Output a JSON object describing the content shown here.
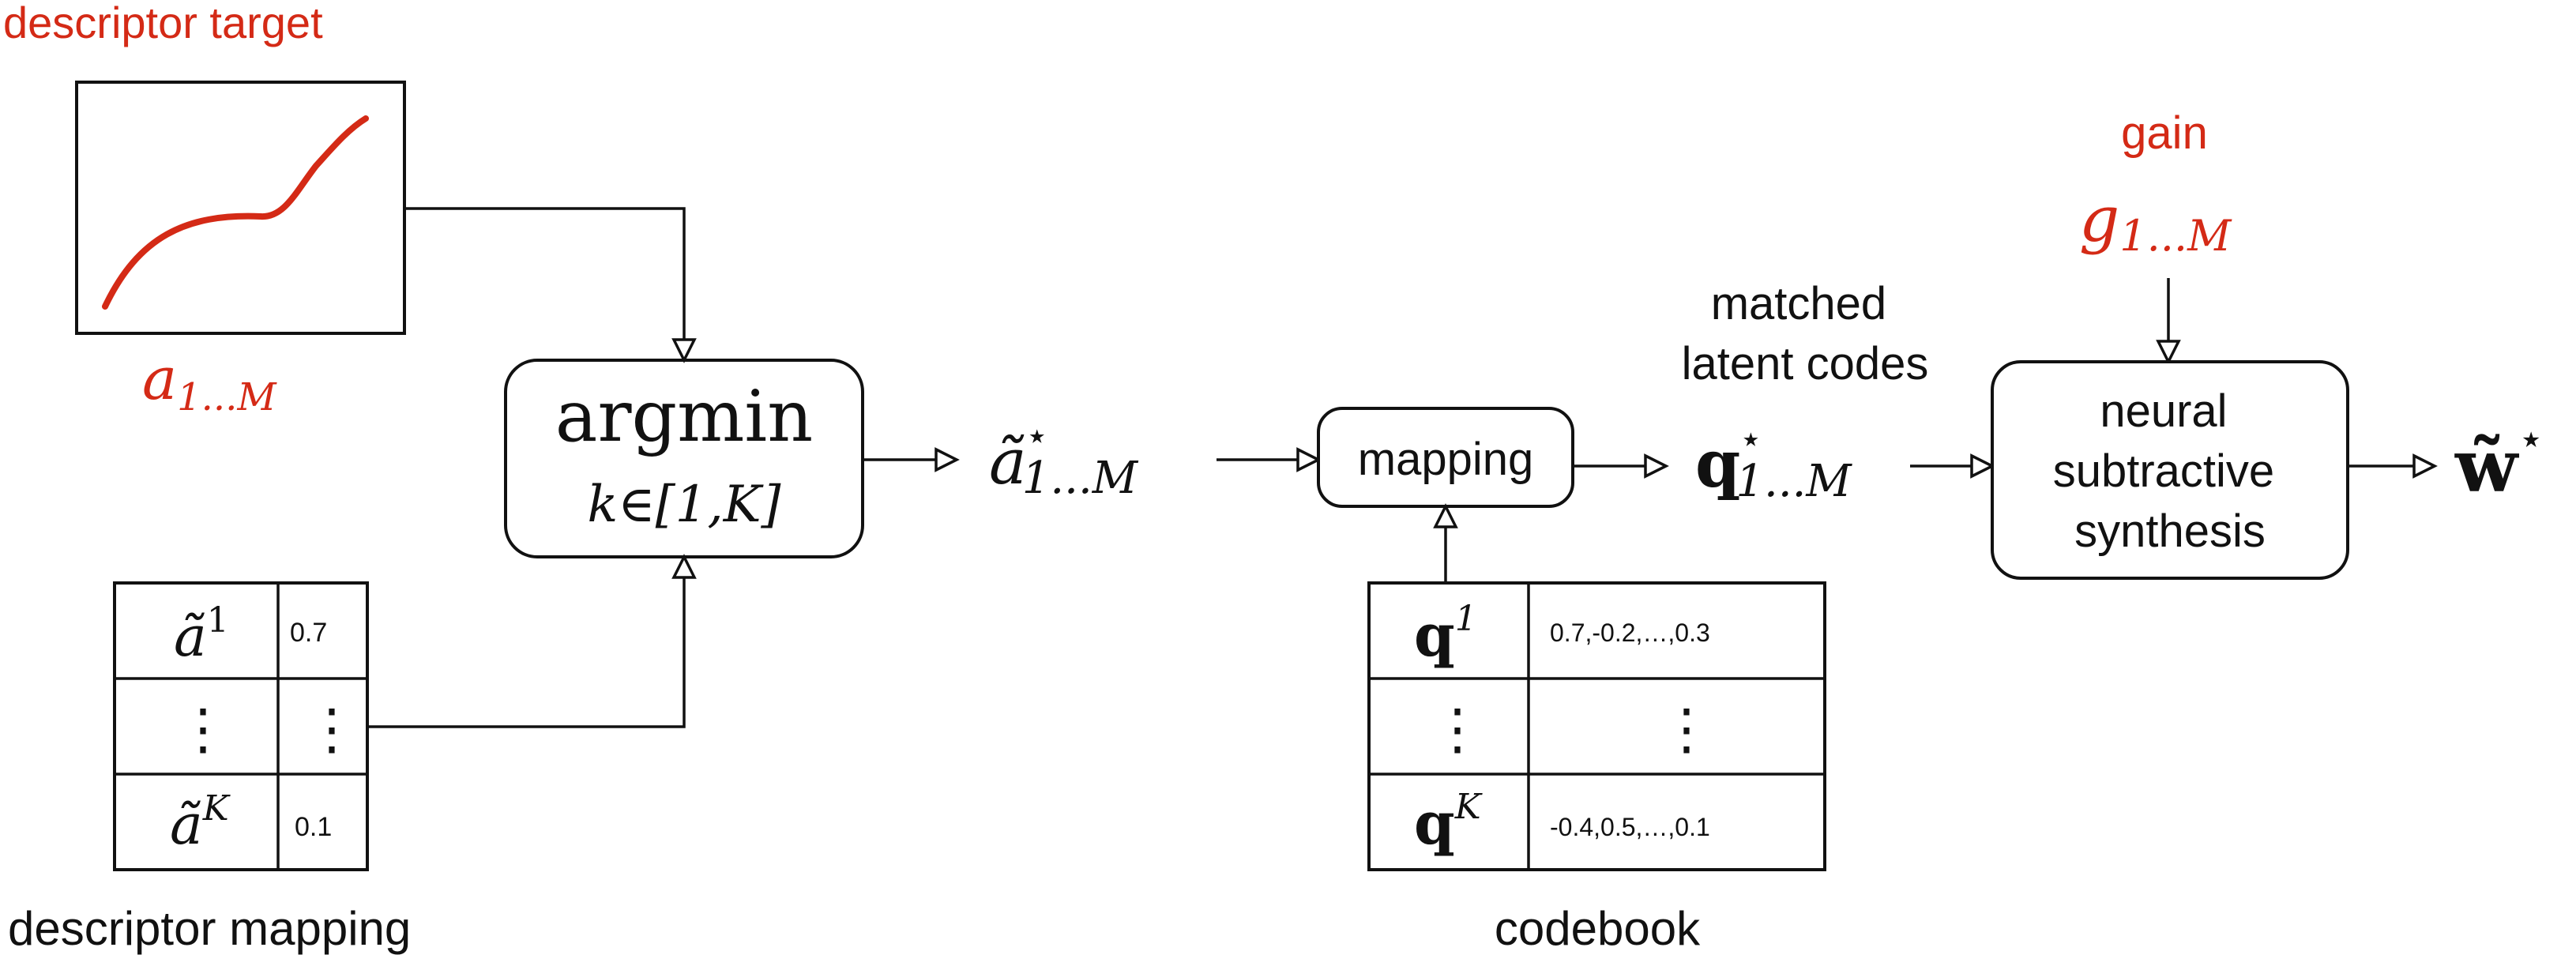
{
  "labels": {
    "descriptor_target": "descriptor target",
    "gain": "gain",
    "matched_line1": "matched",
    "matched_line2": "latent codes",
    "descriptor_mapping": "descriptor mapping",
    "codebook": "codebook"
  },
  "math": {
    "a_base": "a",
    "a_range": "1...M",
    "g_base": "g",
    "g_range": "1...M",
    "a_tilde_base": "ã",
    "star": "⋆",
    "q_base": "q",
    "w_tilde": "w̃"
  },
  "argmin": {
    "title": "argmin",
    "subscript": "k∈[1,K]"
  },
  "mapping_box": "mapping",
  "synthesis_box": {
    "line1": "neural",
    "line2": "subtractive",
    "line3": "synthesis"
  },
  "descriptor_table": {
    "rows": [
      {
        "key_base": "ã",
        "key_sup": "1",
        "value": "0.7"
      },
      {
        "key_base": "⋮",
        "key_sup": "",
        "value": "⋮"
      },
      {
        "key_base": "ã",
        "key_sup": "K",
        "value": "0.1"
      }
    ]
  },
  "codebook_table": {
    "rows": [
      {
        "key_base": "q",
        "key_sup": "1",
        "value": "0.7,-0.2,…,0.3"
      },
      {
        "key_base": "⋮",
        "key_sup": "",
        "value": "⋮"
      },
      {
        "key_base": "q",
        "key_sup": "K",
        "value": "-0.4,0.5,…,0.1"
      }
    ]
  },
  "colors": {
    "accent_red": "#d42a16",
    "ink": "#111111"
  }
}
